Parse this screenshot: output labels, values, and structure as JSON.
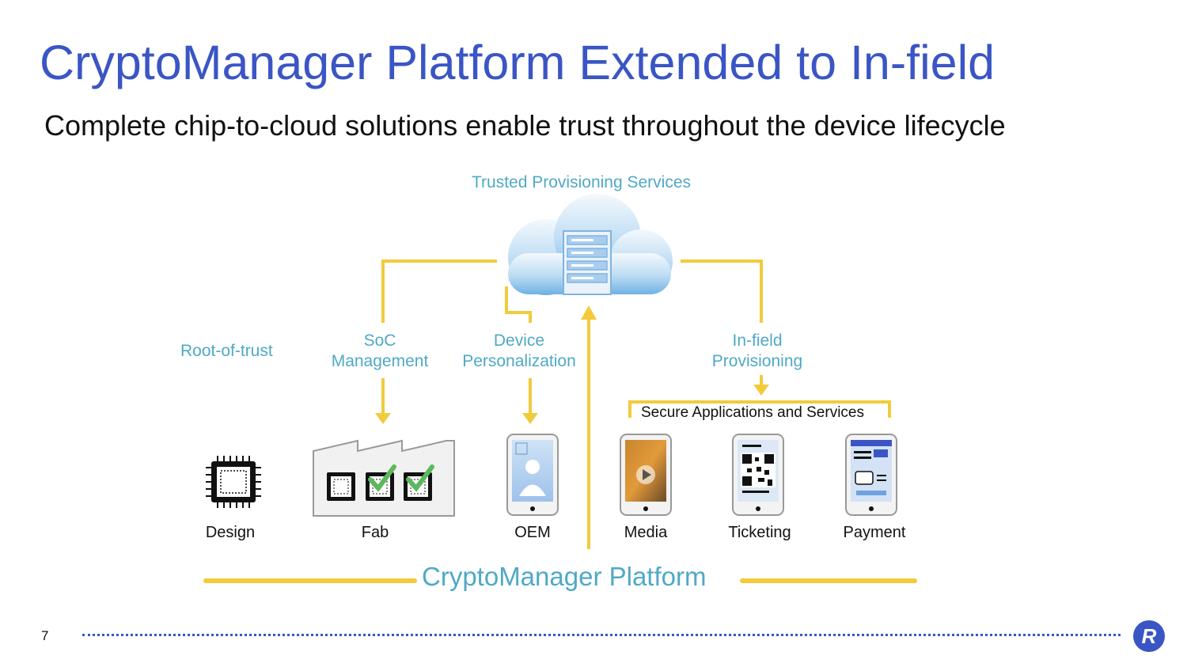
{
  "slide": {
    "title": "CryptoManager Platform Extended to In-field",
    "subtitle": "Complete chip-to-cloud solutions enable trust throughout the device lifecycle",
    "page_number": "7"
  },
  "diagram": {
    "cloud_label": "Trusted Provisioning Services",
    "root_of_trust": "Root-of-trust",
    "soc_management": [
      "SoC",
      "Management"
    ],
    "device_personalization": [
      "Device",
      "Personalization"
    ],
    "infield_provisioning": [
      "In-field",
      "Provisioning"
    ],
    "secure_apps_label": "Secure Applications and Services",
    "platform_label": "CryptoManager Platform",
    "stages": {
      "design": "Design",
      "fab": "Fab",
      "oem": "OEM",
      "media": "Media",
      "ticketing": "Ticketing",
      "payment": "Payment"
    }
  },
  "colors": {
    "title": "#3a55c4",
    "accent_teal": "#4fa9c6",
    "connector_yellow": "#f2cb3c"
  },
  "icons": [
    "cloud-server-icon",
    "chip-icon",
    "factory-icon",
    "phone-icon",
    "qr-code-icon",
    "check-icon",
    "logo-icon"
  ]
}
